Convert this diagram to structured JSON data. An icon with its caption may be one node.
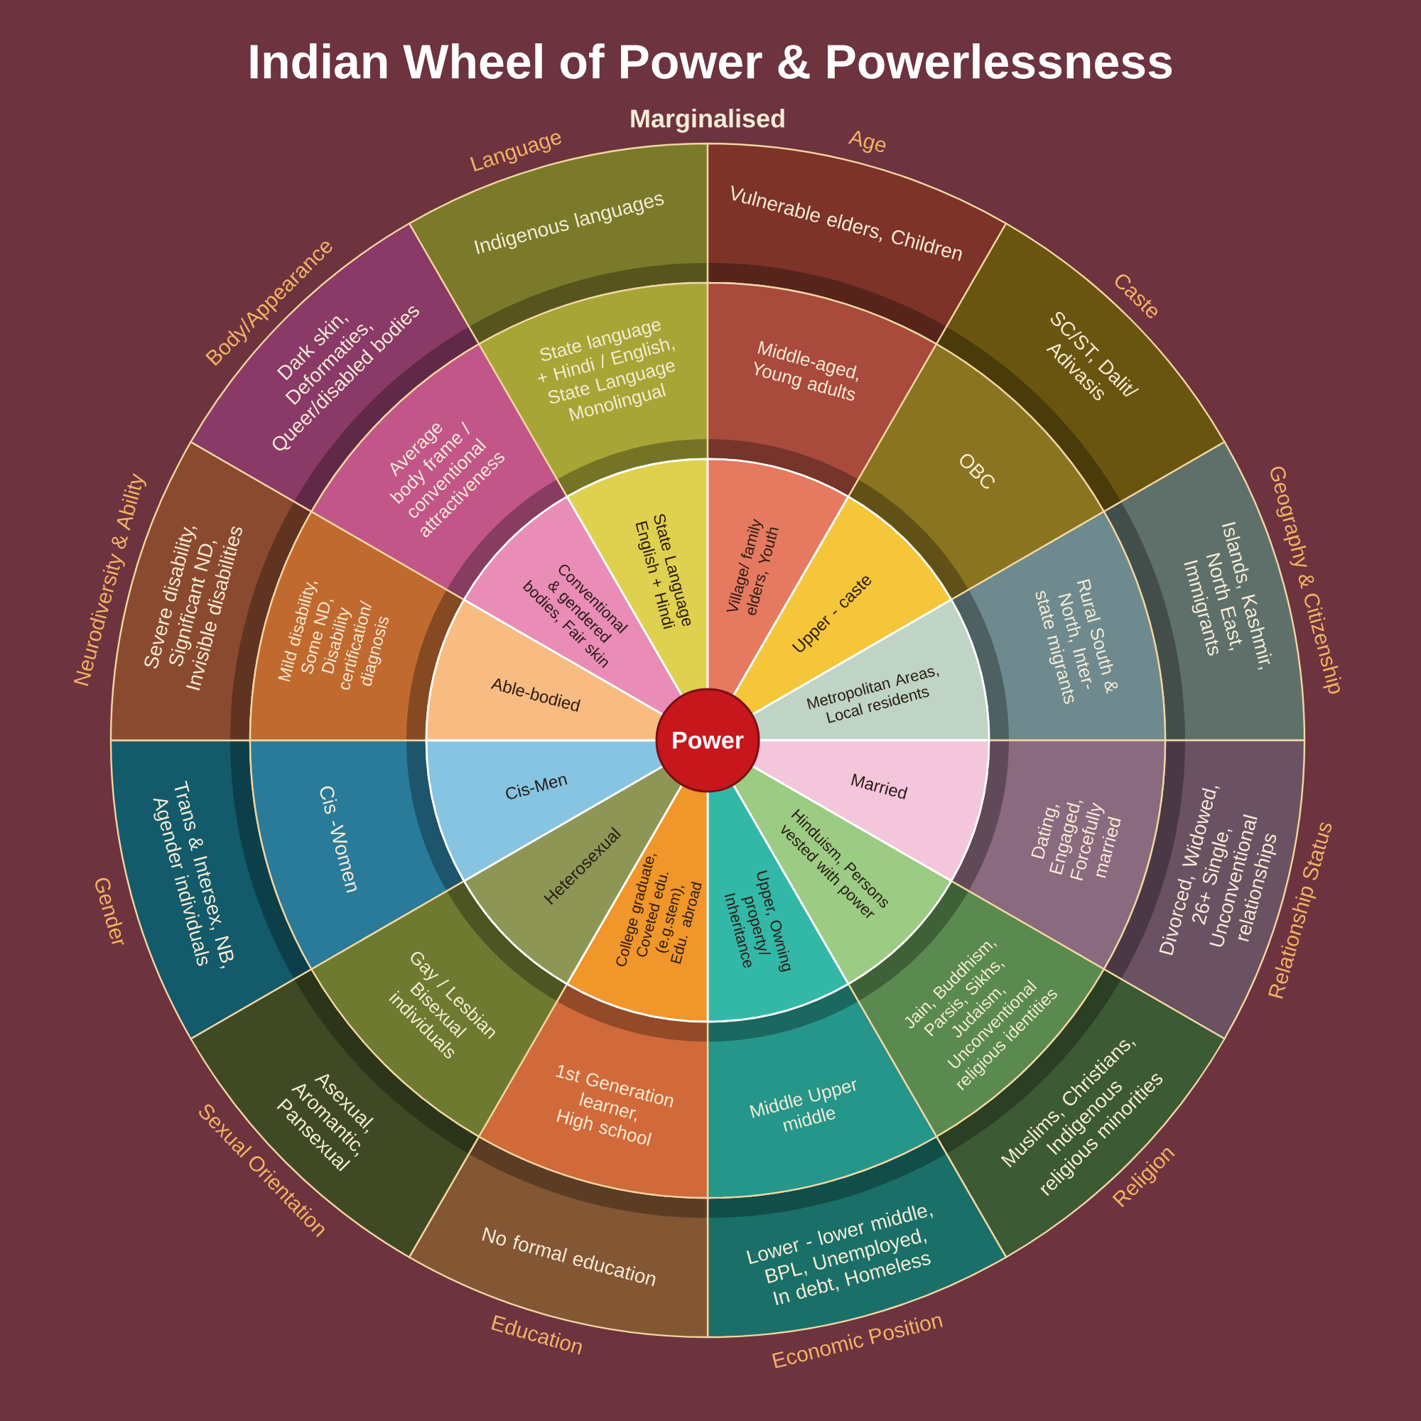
{
  "diagram": {
    "title": "Indian Wheel of Power & Powerlessness",
    "nodes": [
      {
        "text": [
          "Power"
        ]
      },
      {
        "text": [
          "Indigenous languages"
        ]
      },
      {
        "text": [
          "State language + Hindi / English, State Language Monolingual"
        ]
      },
      {
        "text": [
          "State Language English + Hindi"
        ]
      },
      {
        "text": [
          "Vulnerable elders, Children"
        ]
      },
      {
        "text": [
          "Middle-aged, Young adults"
        ]
      },
      {
        "text": [
          "Village/ family elders, Youth"
        ]
      },
      {
        "text": [
          "SC/ST, Dalit/ Adivasis"
        ]
      },
      {
        "text": [
          "OBC"
        ]
      },
      {
        "text": [
          "Upper - caste"
        ]
      },
      {
        "text": [
          "Islands, Kashmir, North East, Immigrants"
        ]
      },
      {
        "text": [
          "Rural South & North, Inter-state migrants"
        ]
      },
      {
        "text": [
          "Metropolitan Areas, Local residents"
        ]
      },
      {
        "text": [
          "Divorced, Widowed, 26+ Single, Unconventional relationships"
        ]
      },
      {
        "text": [
          "Dating, Engaged, Forcefully married"
        ]
      },
      {
        "text": [
          "Married"
        ]
      },
      {
        "text": [
          "Muslims, Christians, Indigenous religious minorities"
        ]
      },
      {
        "text": [
          "Jain, Buddhism, Parsis, Sikhs, Judaism, Unconventional religious identities"
        ]
      },
      {
        "text": [
          "Hinduism, Persons vested with power"
        ]
      },
      {
        "text": [
          "Lower - lower middle, BPL, Unemployed, In debt, Homeless"
        ]
      },
      {
        "text": [
          "Middle Upper middle"
        ]
      },
      {
        "text": [
          "Upper, Owning property/ Inheritance"
        ]
      },
      {
        "text": [
          "No formal education"
        ]
      },
      {
        "text": [
          "1st Generation learner, High school"
        ]
      },
      {
        "text": [
          "College graduate, Coveted edu. (e.g.stem), Edu. abroad"
        ]
      },
      {
        "text": [
          "Asexual, Aromantic, Pansexual"
        ]
      },
      {
        "text": [
          "Gay / Lesbian Bisexual individuals"
        ]
      },
      {
        "text": [
          "Heterosexual"
        ]
      },
      {
        "text": [
          "Trans & Intersex, NB, Agender individuals"
        ]
      },
      {
        "text": [
          "Cis -Women"
        ]
      },
      {
        "text": [
          "Cis-Men"
        ]
      },
      {
        "text": [
          "Severe disability, Significant ND, Invisible disabilities"
        ]
      },
      {
        "text": [
          "Mild disability, Some ND, Disability certification/ diagnosis"
        ]
      },
      {
        "text": [
          "Able-bodied"
        ]
      },
      {
        "text": [
          "Dark skin, Deformaties, Queer/disabled bodies"
        ]
      },
      {
        "text": [
          "Average body frame / conventional attractiveness"
        ]
      },
      {
        "text": [
          "Conventional & gendered bodies, Fair skin"
        ]
      }
    ],
    "labels": [
      "Language",
      "Marginalised",
      "Age",
      "Caste",
      "Geography & Citizenship",
      "Relationship Status",
      "Religion",
      "Economic Position",
      "Education",
      "Sexual Orientation",
      "Gender",
      "Neurodiversity & Ability",
      "Body/Appearance"
    ]
  }
}
